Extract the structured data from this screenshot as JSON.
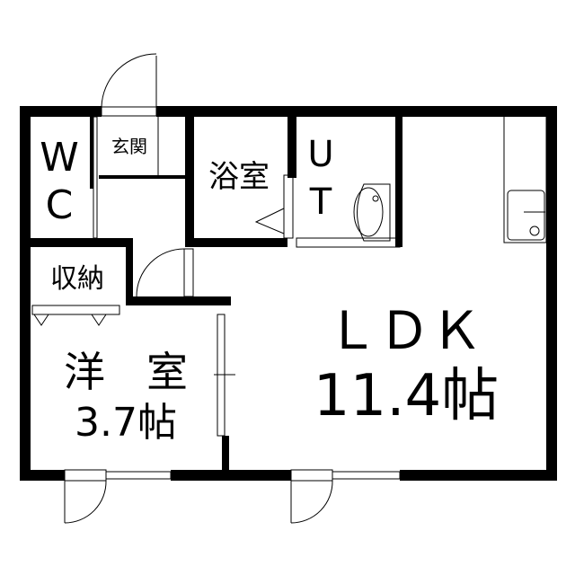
{
  "rooms": {
    "wc_line1": "W",
    "wc_line2": "C",
    "entrance": "玄関",
    "bathroom": "浴室",
    "ut_line1": "U",
    "ut_line2": "T",
    "storage": "収納",
    "western_room_name": "洋　室",
    "western_room_size": "3.7帖",
    "ldk_name": "ＬＤＫ",
    "ldk_size": "11.4帖"
  },
  "colors": {
    "wall": "#000000",
    "background": "#ffffff"
  }
}
